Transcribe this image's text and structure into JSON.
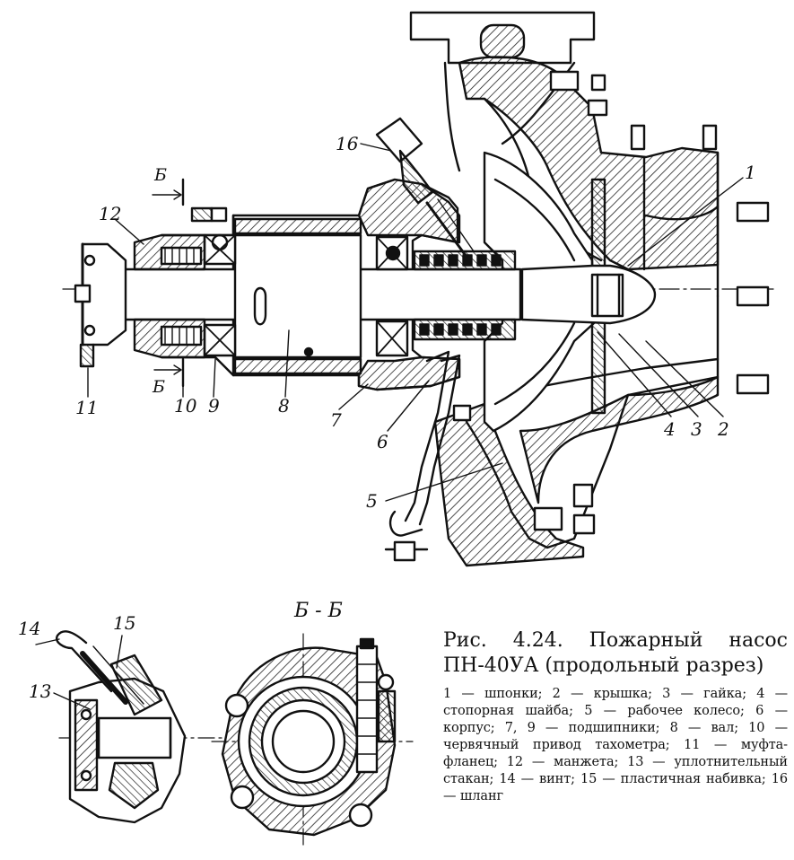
{
  "figure": {
    "callouts": {
      "n1": "1",
      "n2": "2",
      "n3": "3",
      "n4": "4",
      "n5": "5",
      "n6": "6",
      "n7": "7",
      "n8": "8",
      "n9": "9",
      "n10": "10",
      "n11": "11",
      "n12": "12",
      "n13": "13",
      "n14": "14",
      "n15": "15",
      "n16": "16"
    },
    "section_mark": "Б",
    "section_view_title": "Б - Б"
  },
  "caption": {
    "title": "Рис. 4.24. Пожарный насос ПН-40УА (продольный разрез)",
    "legend": "1 — шпонки; 2 — крышка; 3 — гайка; 4 — стопорная шайба; 5 — рабочее колесо; 6 — корпус; 7, 9 — подшипники; 8 — вал; 10 — червячный привод тахометра; 11 — муфта-фланец; 12 — манжета; 13 — уплотнительный стакан; 14 — винт; 15 — пластичная набивка; 16 — шланг"
  }
}
